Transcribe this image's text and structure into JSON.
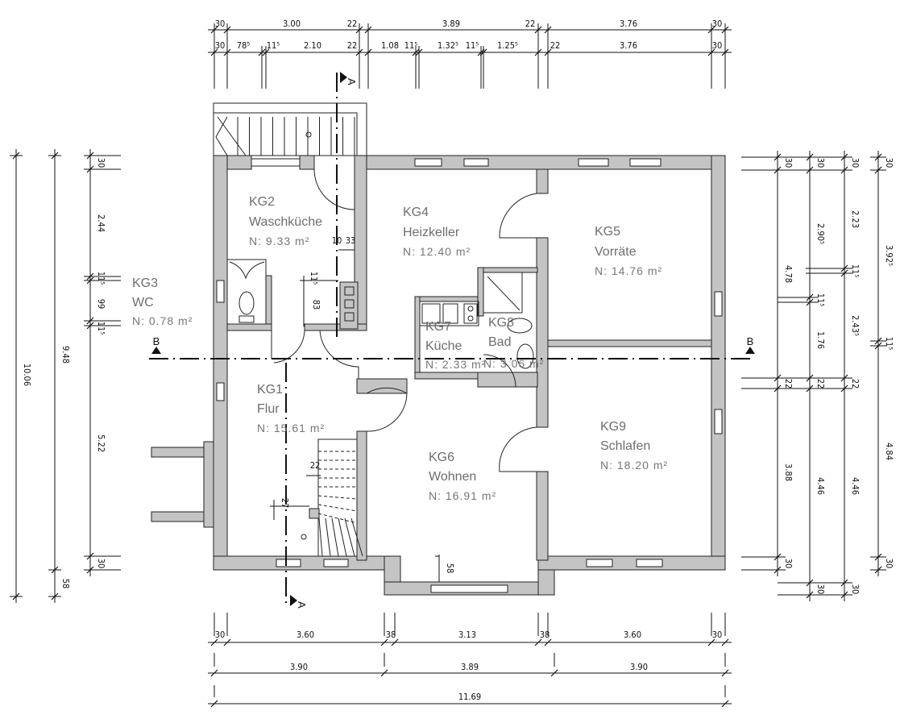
{
  "rooms": [
    {
      "id": "KG1",
      "name": "Flur",
      "area": "N:  15.61  m²"
    },
    {
      "id": "KG2",
      "name": "Waschküche",
      "area": "N:  9.33  m²"
    },
    {
      "id": "KG3",
      "name": "WC",
      "area": "N:  0.78  m²"
    },
    {
      "id": "KG4",
      "name": "Heizkeller",
      "area": "N:  12.40  m²"
    },
    {
      "id": "KG5",
      "name": "Vorräte",
      "area": "N:  14.76  m²"
    },
    {
      "id": "KG6",
      "name": "Wohnen",
      "area": "N:  16.91  m²"
    },
    {
      "id": "KG7",
      "name": "Küche",
      "area": "N:  2.33  m²"
    },
    {
      "id": "KG8",
      "name": "Bad",
      "area": "N:  3.06  m²"
    },
    {
      "id": "KG9",
      "name": "Schlafen",
      "area": "N:  18.20  m²"
    }
  ],
  "sections": {
    "a": "A",
    "b": "B"
  },
  "dims": {
    "top_outer": [
      "30",
      "3.00",
      "22",
      "3.89",
      "22",
      "3.76",
      "30"
    ],
    "top_inner": [
      "30",
      "78⁵",
      "11⁵",
      "2.10",
      "22",
      "1.08",
      "11⁵",
      "1.32⁵",
      "11⁵",
      "1.25⁵",
      "22",
      "3.76",
      "30"
    ],
    "bottom_inner": [
      "30",
      "3.60",
      "38",
      "3.13",
      "38",
      "3.60",
      "30"
    ],
    "bottom_axes": [
      "3.90",
      "3.89",
      "3.90"
    ],
    "bottom_total": "11.69",
    "left_total": "10.06",
    "left_mid": [
      "9.48",
      "58"
    ],
    "left_chain": [
      "30",
      "2.44",
      "11⁵",
      "99",
      "11⁵",
      "5.22",
      "30"
    ],
    "right_col1": [
      "30",
      "4.78",
      "22",
      "3.88",
      "30"
    ],
    "right_col2": [
      "30",
      "2.90⁵",
      "11⁵",
      "1.76",
      "22",
      "4.46",
      "30"
    ],
    "right_col3": [
      "30",
      "2.23",
      "11⁵",
      "2.43⁵",
      "22",
      "4.46",
      "30"
    ],
    "right_col4": [
      "30",
      "3.92⁵",
      "11⁵",
      "4.84",
      "30"
    ],
    "inner": {
      "kg2_a": "10",
      "kg2_b": "33",
      "kg2_c": "11⁵",
      "kg2_d": "83",
      "stair_w": "22",
      "stair_h": "27",
      "kg6_niche": "58"
    }
  },
  "colors": {
    "wall_fill": "#c4c4c4",
    "line": "#111111",
    "room_text": "#6e6e6e"
  }
}
